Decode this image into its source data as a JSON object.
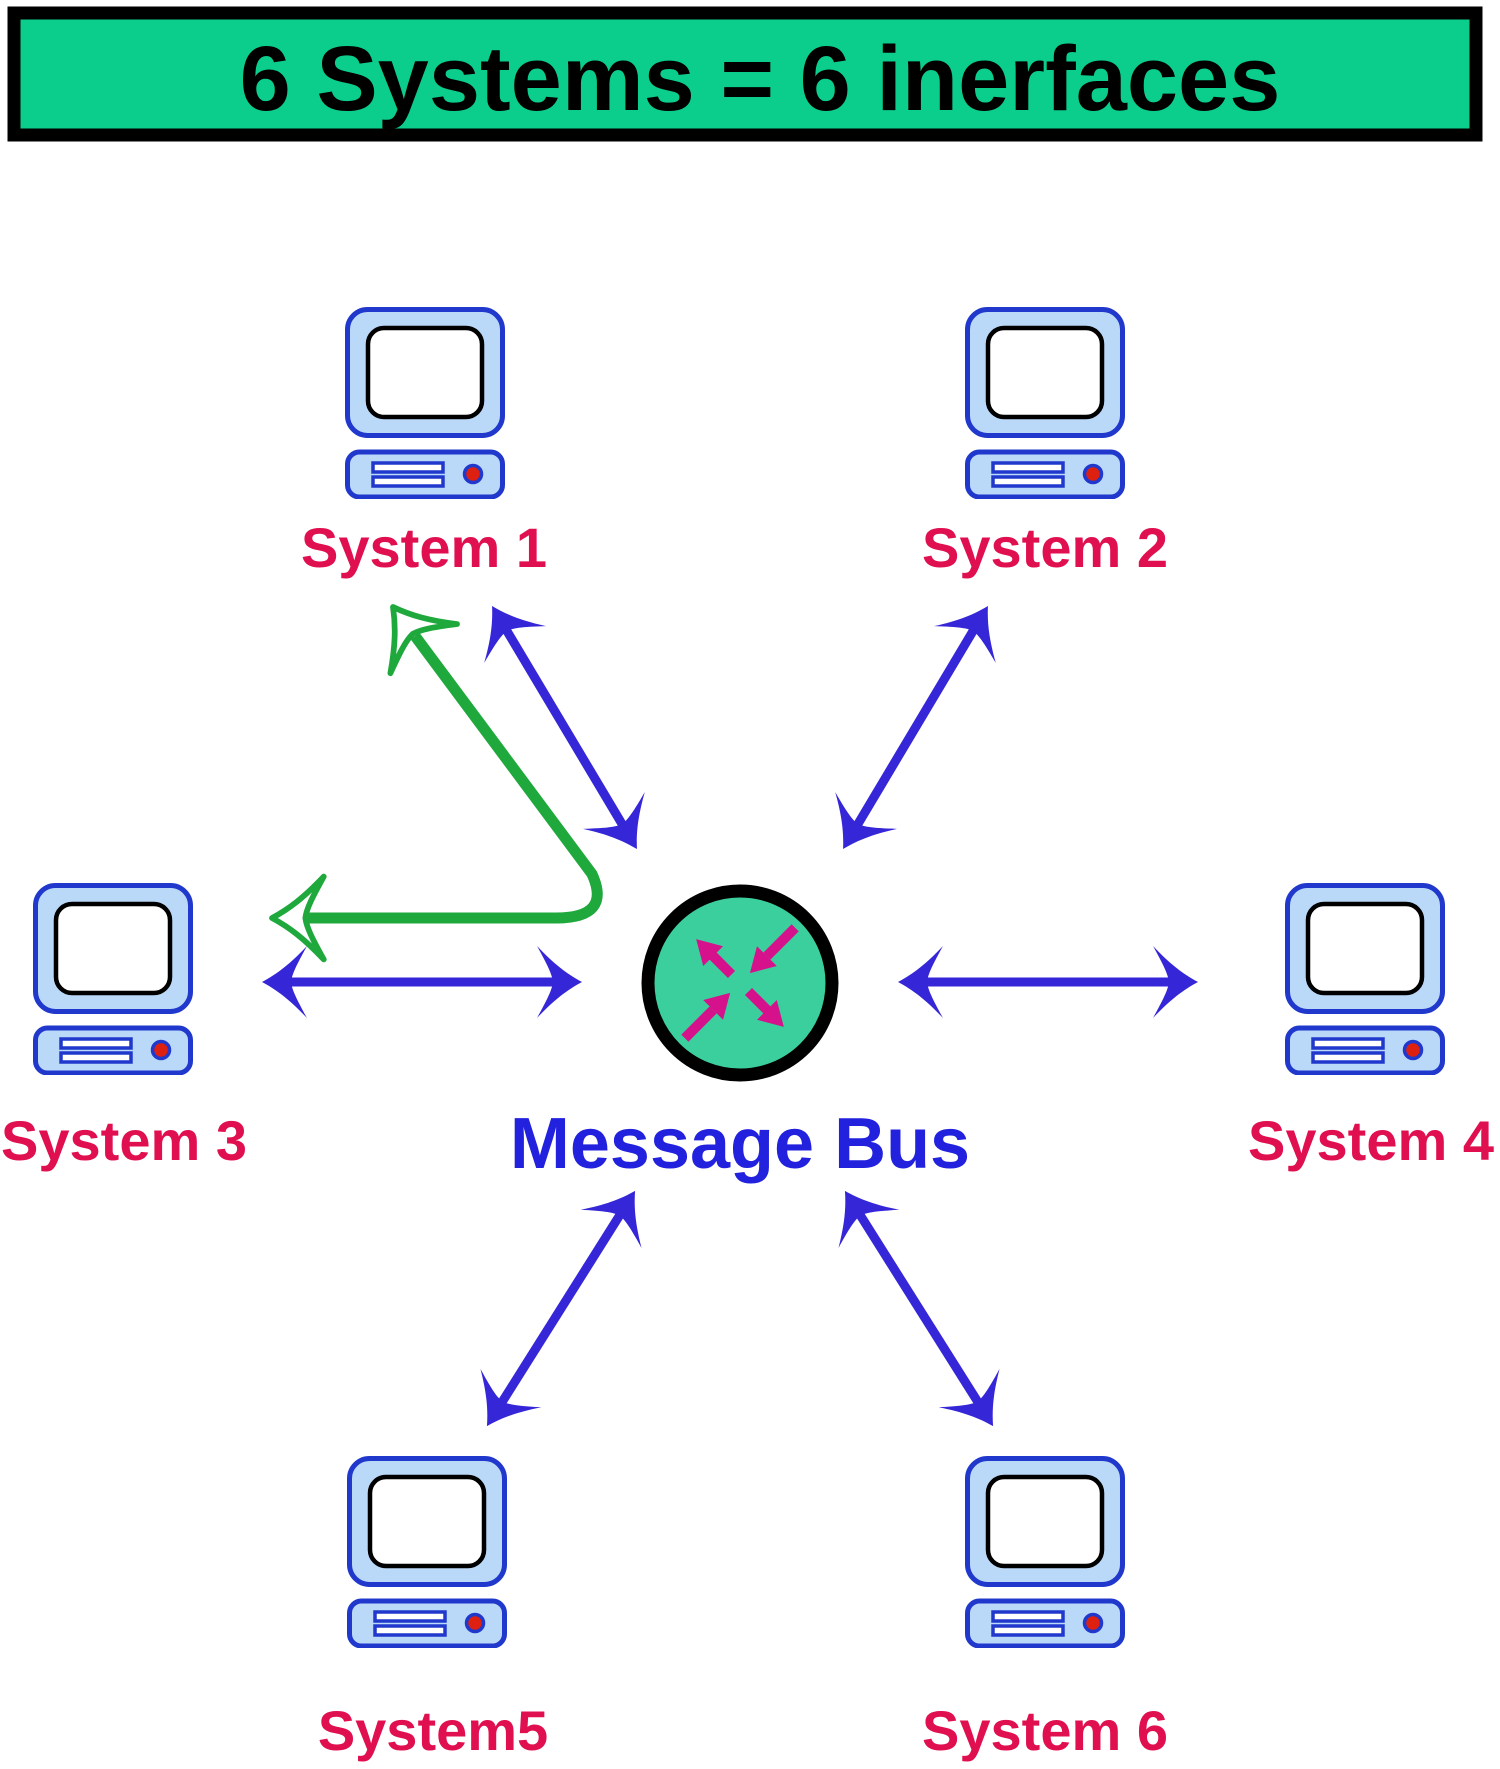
{
  "title": "6 Systems = 6 inerfaces",
  "hub": {
    "label": "Message Bus",
    "icon": "router-crossed-arrows-icon"
  },
  "systems": [
    {
      "id": "system-1",
      "label": "System 1"
    },
    {
      "id": "system-2",
      "label": "System 2"
    },
    {
      "id": "system-3",
      "label": "System 3"
    },
    {
      "id": "system-4",
      "label": "System 4"
    },
    {
      "id": "system-5",
      "label": "System5"
    },
    {
      "id": "system-6",
      "label": "System 6"
    }
  ],
  "connections": [
    {
      "from": "System 1",
      "to": "Message Bus",
      "bidirectional": true,
      "style": "blue-double-arrow"
    },
    {
      "from": "System 2",
      "to": "Message Bus",
      "bidirectional": true,
      "style": "blue-double-arrow"
    },
    {
      "from": "System 3",
      "to": "Message Bus",
      "bidirectional": true,
      "style": "blue-double-arrow"
    },
    {
      "from": "System 4",
      "to": "Message Bus",
      "bidirectional": true,
      "style": "blue-double-arrow"
    },
    {
      "from": "System5",
      "to": "Message Bus",
      "bidirectional": true,
      "style": "blue-double-arrow"
    },
    {
      "from": "System 6",
      "to": "Message Bus",
      "bidirectional": true,
      "style": "blue-double-arrow"
    }
  ],
  "highlight_arrow": {
    "style": "green-bent-double-arrow",
    "points_to": [
      "System 1",
      "System 3"
    ]
  },
  "colors": {
    "banner-green": "#0BCE8C",
    "hub-green": "#3CCF9E",
    "magenta": "#D6118C",
    "arrow-blue": "#3526D8",
    "bus-blue": "#2121DE",
    "label-crimson": "#E00F50",
    "computer-fill": "#BAD9F8",
    "computer-stroke": "#2038CC",
    "button-red": "#DD2010",
    "green-arrow": "#1FA83C"
  }
}
